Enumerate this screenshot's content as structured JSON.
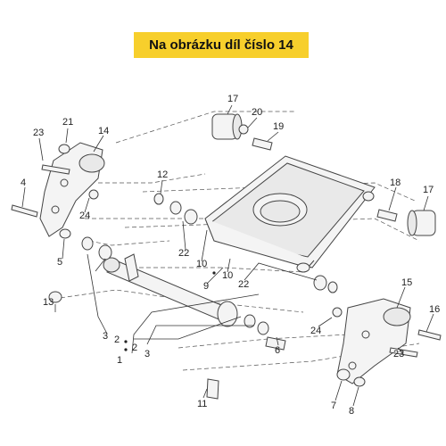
{
  "banner": {
    "text": "Na obrázku díl číslo 14",
    "color": "#f7cf2c"
  },
  "callouts": {
    "c1": "1",
    "c2a": "2",
    "c2b": "2",
    "c3a": "3",
    "c3b": "3",
    "c4": "4",
    "c5": "5",
    "c6": "6",
    "c7": "7",
    "c8": "8",
    "c9": "9",
    "c10a": "10",
    "c10b": "10",
    "c11": "11",
    "c12": "12",
    "c13": "13",
    "c14": "14",
    "c15": "15",
    "c16": "16",
    "c17a": "17",
    "c17b": "17",
    "c18": "18",
    "c19": "19",
    "c20": "20",
    "c21": "21",
    "c22a": "22",
    "c22b": "22",
    "c23a": "23",
    "c23b": "23",
    "c24a": "24",
    "c24b": "24"
  }
}
